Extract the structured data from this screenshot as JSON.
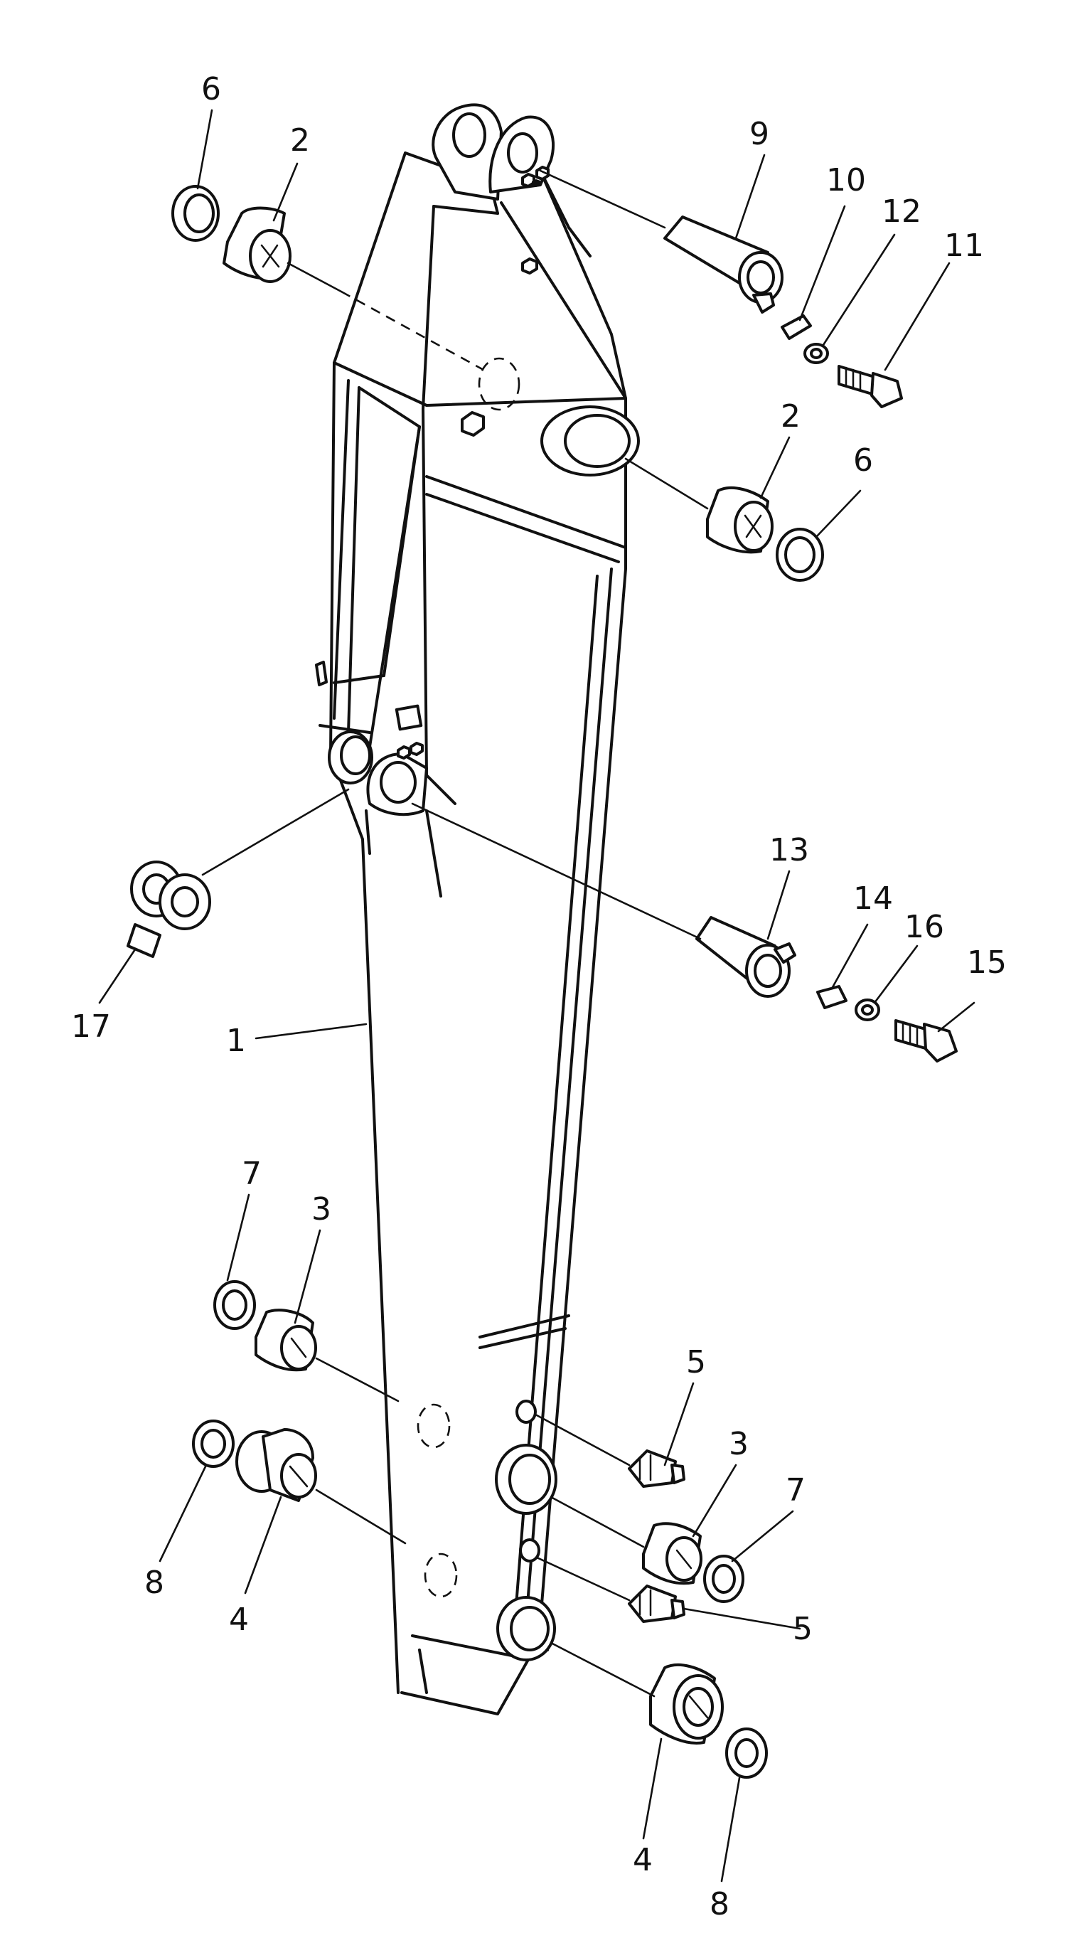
{
  "callouts": [
    {
      "id": "c6a",
      "label": "6"
    },
    {
      "id": "c2a",
      "label": "2"
    },
    {
      "id": "c9",
      "label": "9"
    },
    {
      "id": "c10",
      "label": "10"
    },
    {
      "id": "c12",
      "label": "12"
    },
    {
      "id": "c11",
      "label": "11"
    },
    {
      "id": "c2b",
      "label": "2"
    },
    {
      "id": "c6b",
      "label": "6"
    },
    {
      "id": "c13",
      "label": "13"
    },
    {
      "id": "c14",
      "label": "14"
    },
    {
      "id": "c16",
      "label": "16"
    },
    {
      "id": "c15",
      "label": "15"
    },
    {
      "id": "c17",
      "label": "17"
    },
    {
      "id": "c1",
      "label": "1"
    },
    {
      "id": "c7a",
      "label": "7"
    },
    {
      "id": "c3a",
      "label": "3"
    },
    {
      "id": "c5a",
      "label": "5"
    },
    {
      "id": "c3b",
      "label": "3"
    },
    {
      "id": "c7b",
      "label": "7"
    },
    {
      "id": "c8a",
      "label": "8"
    },
    {
      "id": "c4a",
      "label": "4"
    },
    {
      "id": "c5b",
      "label": "5"
    },
    {
      "id": "c4b",
      "label": "4"
    },
    {
      "id": "c8b",
      "label": "8"
    }
  ]
}
